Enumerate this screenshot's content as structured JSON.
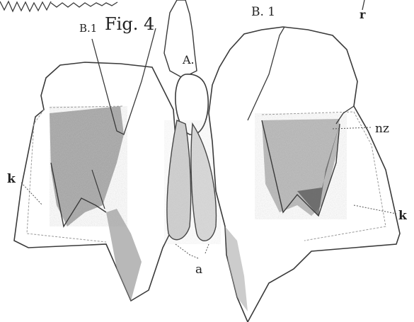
{
  "figure": {
    "title": "Fig. 4",
    "labels": {
      "b1_left": "B.1",
      "b1_right": "B. 1",
      "a_upper": "A.",
      "r": "r",
      "nz": "nz",
      "k_left": "k",
      "k_right": "k",
      "a_lower": "a"
    }
  },
  "colors": {
    "ink": "#3a3a3a",
    "shade_dark": "#7a7a7a",
    "shade_light": "#bdbdbd",
    "paper": "#ffffff"
  }
}
